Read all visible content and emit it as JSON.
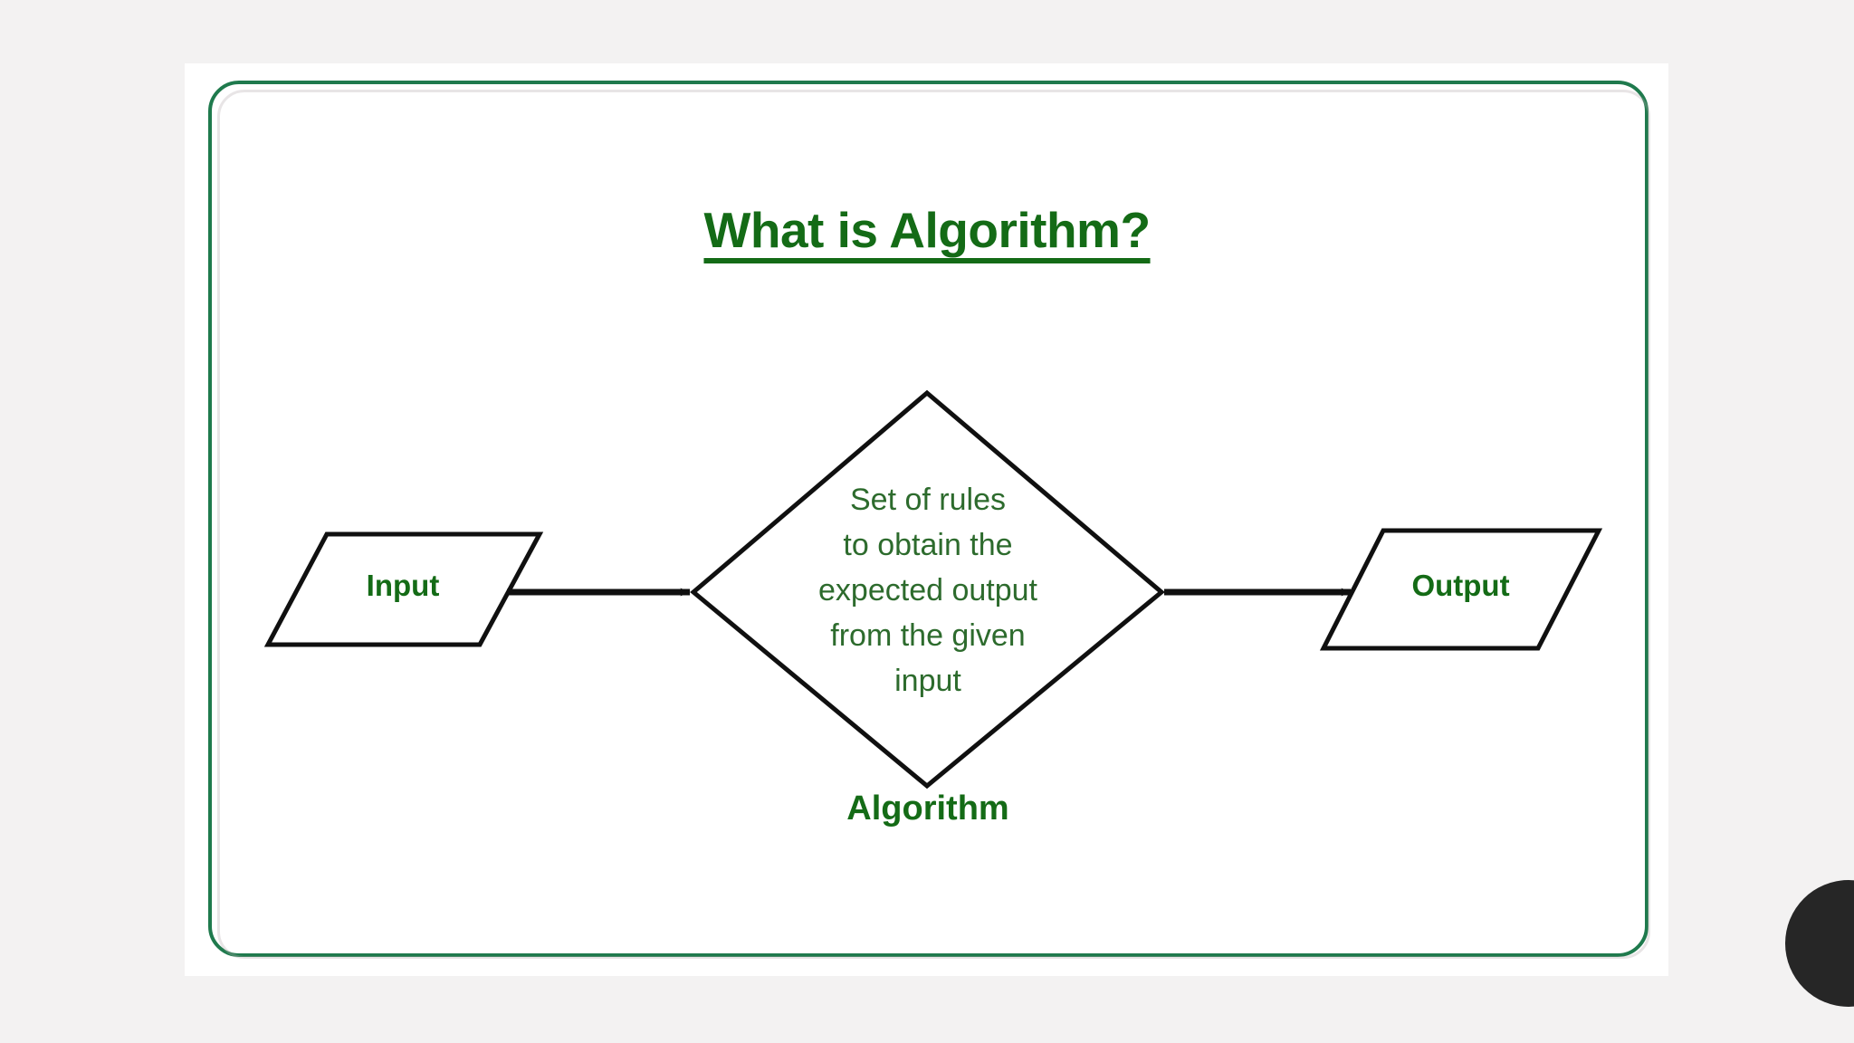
{
  "slide": {
    "title": "What is Algorithm?",
    "frame_color": "#1f7a4d",
    "card_background": "#ffffff",
    "page_background": "#f3f2f2",
    "accent_green": "#146b16",
    "body_green": "#2d6b2d",
    "stroke_black": "#101010"
  },
  "diagram": {
    "type": "flowchart",
    "nodes": [
      {
        "id": "input",
        "shape": "parallelogram",
        "label": "Input",
        "text_color": "#146b16",
        "bold": true
      },
      {
        "id": "algorithm",
        "shape": "diamond",
        "caption": "Algorithm",
        "lines": [
          "Set of rules",
          "to obtain the",
          "expected output",
          "from the given",
          "input"
        ],
        "text_color": "#2d6b2d",
        "bold": false
      },
      {
        "id": "output",
        "shape": "parallelogram",
        "label": "Output",
        "text_color": "#146b16",
        "bold": true
      }
    ],
    "edges": [
      {
        "from": "input",
        "to": "algorithm",
        "arrow": "right"
      },
      {
        "from": "algorithm",
        "to": "output",
        "arrow": "right"
      }
    ]
  },
  "overlay": {
    "blob_color": "#262626"
  }
}
